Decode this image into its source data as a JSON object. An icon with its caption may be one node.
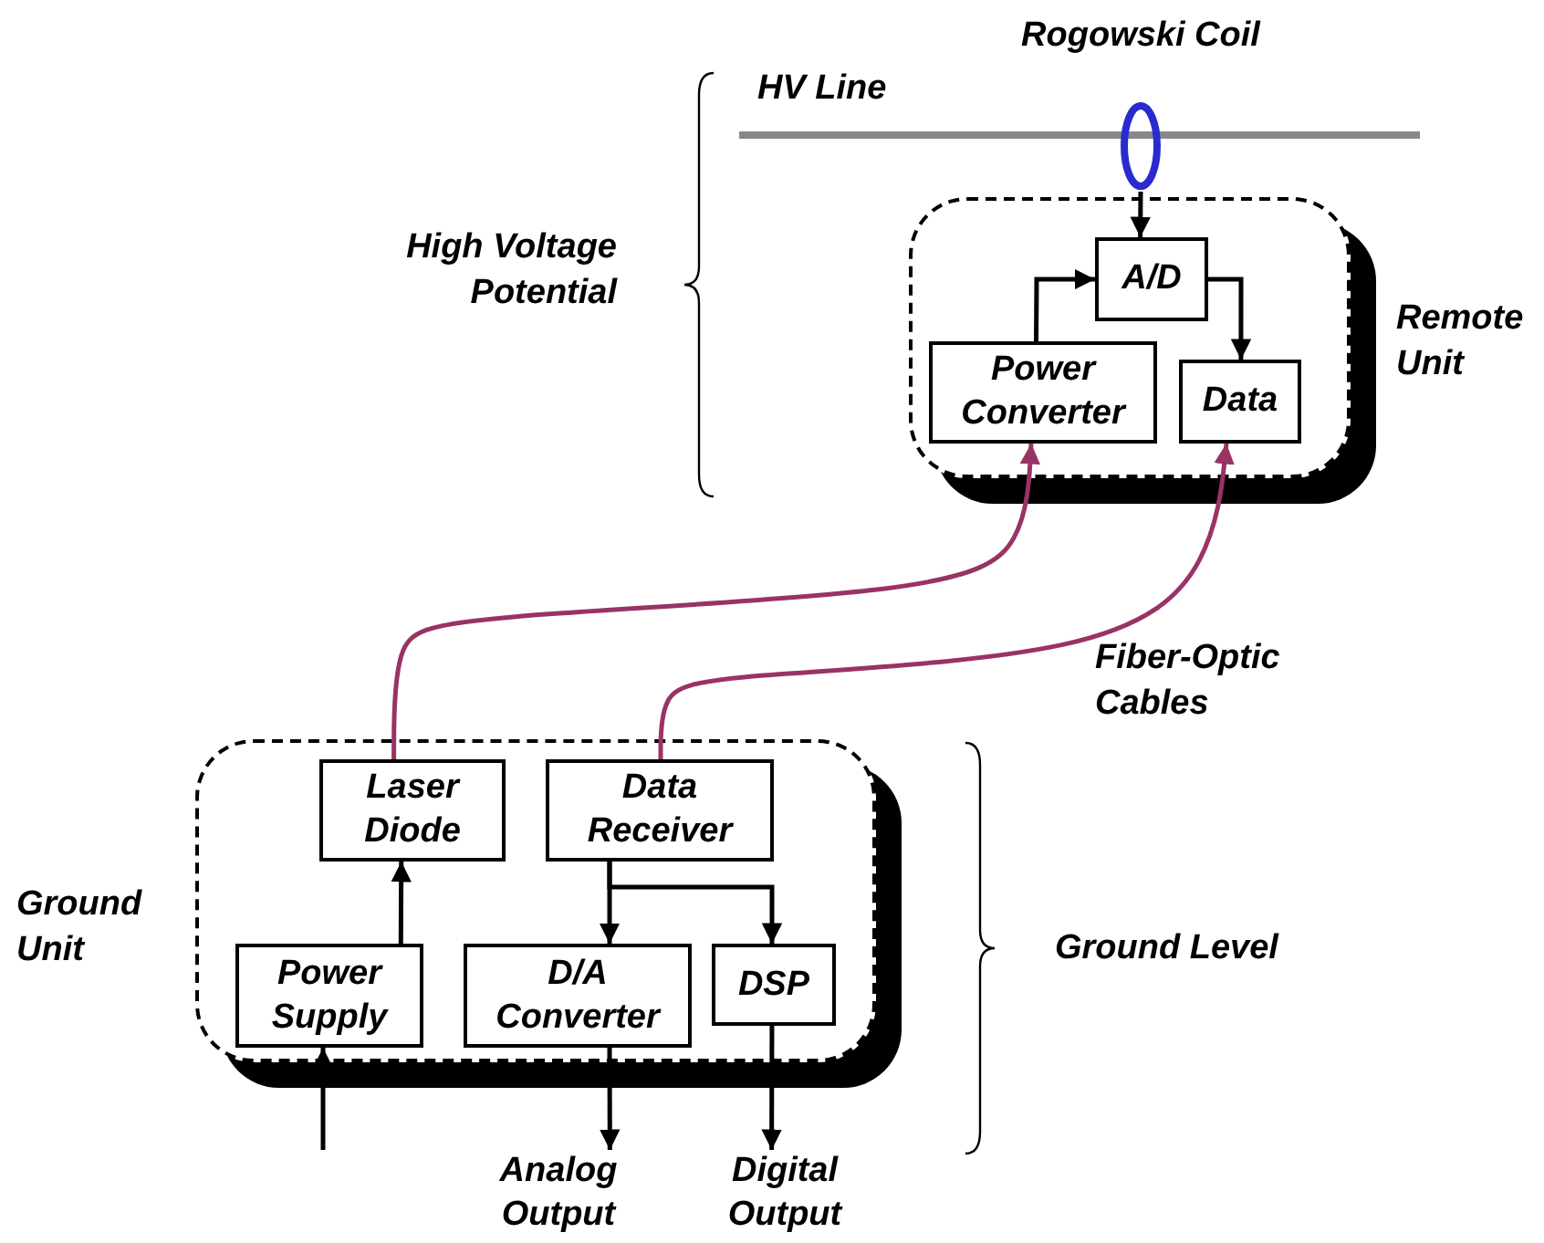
{
  "diagram": {
    "nodes": [
      {
        "text": [
          "Rogowski Coil"
        ]
      },
      {
        "text": [
          "Remote Unit"
        ]
      },
      {
        "text": [
          "A/D"
        ],
        "in": 1
      },
      {
        "text": [
          "Power Converter"
        ],
        "in": 1
      },
      {
        "text": [
          "Data"
        ],
        "in": 1
      },
      {
        "text": [
          "Ground Unit"
        ]
      },
      {
        "text": [
          "Laser Diode"
        ],
        "in": 5
      },
      {
        "text": [
          "Data Receiver"
        ],
        "in": 5
      },
      {
        "text": [
          "Power Supply"
        ],
        "in": 5
      },
      {
        "text": [
          "D/A Converter"
        ],
        "in": 5
      },
      {
        "text": [
          "DSP"
        ],
        "in": 5
      },
      {
        "text": [
          "Analog Output"
        ]
      },
      {
        "text": [
          "Digital Output"
        ]
      }
    ],
    "edges": [
      {
        "from": 0,
        "to": 2,
        "arrow": "to"
      },
      {
        "from": 3,
        "to": 2,
        "arrow": "to"
      },
      {
        "from": 2,
        "to": 4,
        "arrow": "to"
      },
      {
        "from": 6,
        "to": 3,
        "arrow": "to",
        "color": "#993366"
      },
      {
        "from": 7,
        "to": 4,
        "arrow": "to",
        "color": "#993366"
      },
      {
        "from": 8,
        "to": 6,
        "arrow": "to"
      },
      {
        "from": null,
        "to": 8,
        "arrow": "to"
      },
      {
        "from": 7,
        "to": 9,
        "arrow": "to"
      },
      {
        "from": 7,
        "to": 10,
        "arrow": "to"
      },
      {
        "from": 9,
        "to": 11,
        "arrow": "to"
      },
      {
        "from": 10,
        "to": 12,
        "arrow": "to"
      }
    ],
    "labels": [
      "HV Line",
      "High Voltage Potential",
      "Fiber-Optic Cables",
      "Ground Level"
    ]
  }
}
